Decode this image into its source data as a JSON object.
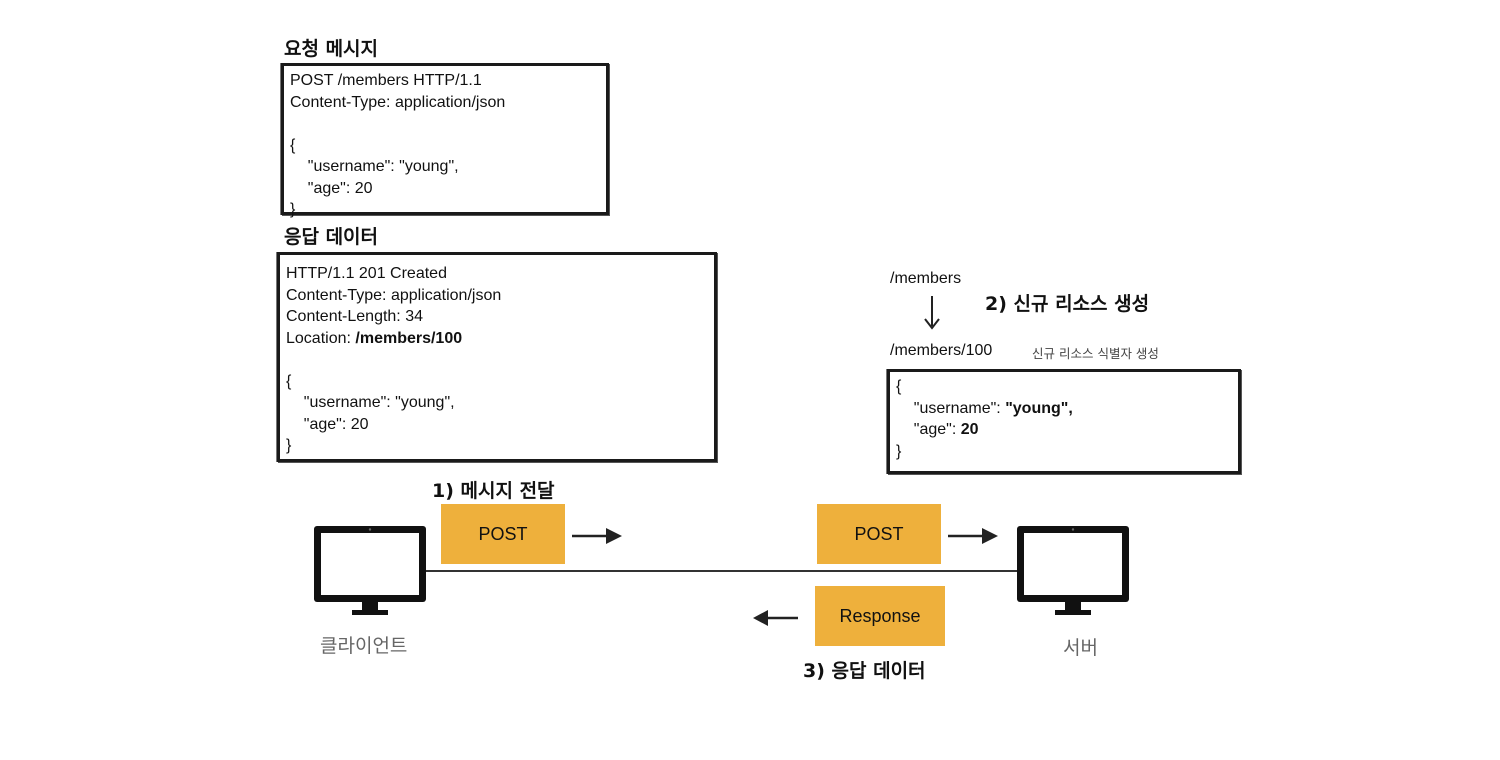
{
  "request_message": {
    "title": "요청 메시지",
    "lines": [
      "POST /members HTTP/1.1",
      "Content-Type: application/json",
      "",
      "{",
      "    \"username\": \"young\",",
      "    \"age\": 20",
      "}"
    ]
  },
  "response_data": {
    "title": "응답 데이터",
    "lines": [
      "HTTP/1.1 201 Created",
      "Content-Type: application/json",
      "Content-Length: 34"
    ],
    "location_label": "Location: ",
    "location_value": "/members/100",
    "body_lines": [
      "{",
      "    \"username\": \"young\",",
      "    \"age\": 20",
      "}"
    ]
  },
  "server_resource": {
    "collection_path": "/members",
    "step2_label": "2) 신규 리소스 생성",
    "new_path": "/members/100",
    "identifier_note": "신규 리소스 식별자 생성",
    "body_open": "{",
    "username_key": "    \"username\": ",
    "username_value": "\"young\",",
    "age_key": "    \"age\": ",
    "age_value": "20",
    "body_close": "}"
  },
  "flow": {
    "step1_label": "1) 메시지 전달",
    "step3_label": "3) 응답 데이터",
    "client_post_label": "POST",
    "server_post_label": "POST",
    "response_label": "Response",
    "client_caption": "클라이언트",
    "server_caption": "서버"
  },
  "icons": {
    "client": "monitor-icon",
    "server": "monitor-icon",
    "arrow_right": "arrow-right-icon",
    "arrow_left": "arrow-left-icon",
    "arrow_down": "arrow-down-icon"
  },
  "colors": {
    "message_box": "#eeb03c",
    "caption_gray": "#666666"
  }
}
